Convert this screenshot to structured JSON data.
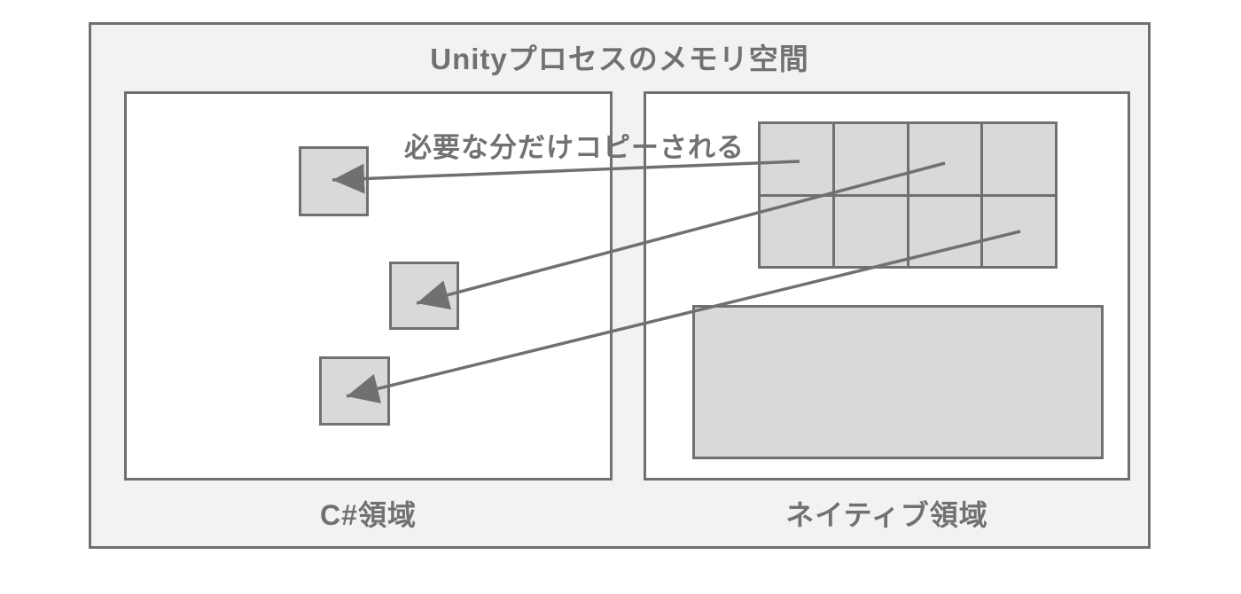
{
  "diagram": {
    "title": "Unityプロセスのメモリ空間",
    "annotation": "必要な分だけコピーされる",
    "regions": {
      "csharp": {
        "label": "C#領域",
        "square_count": 3
      },
      "native": {
        "label": "ネイティブ領域",
        "grid_rows": 2,
        "grid_cols": 4,
        "has_large_block": true
      }
    },
    "arrows": [
      {
        "from": "native-grid-cell-r1c1",
        "to": "csharp-square-1"
      },
      {
        "from": "native-grid-cell-r1c3",
        "to": "csharp-square-2"
      },
      {
        "from": "native-grid-cell-r2c4",
        "to": "csharp-square-3"
      }
    ],
    "colors": {
      "outer_fill": "#f2f2f2",
      "inner_fill": "#ffffff",
      "block_fill": "#d9d9d9",
      "stroke": "#707070",
      "text": "#717171"
    }
  }
}
